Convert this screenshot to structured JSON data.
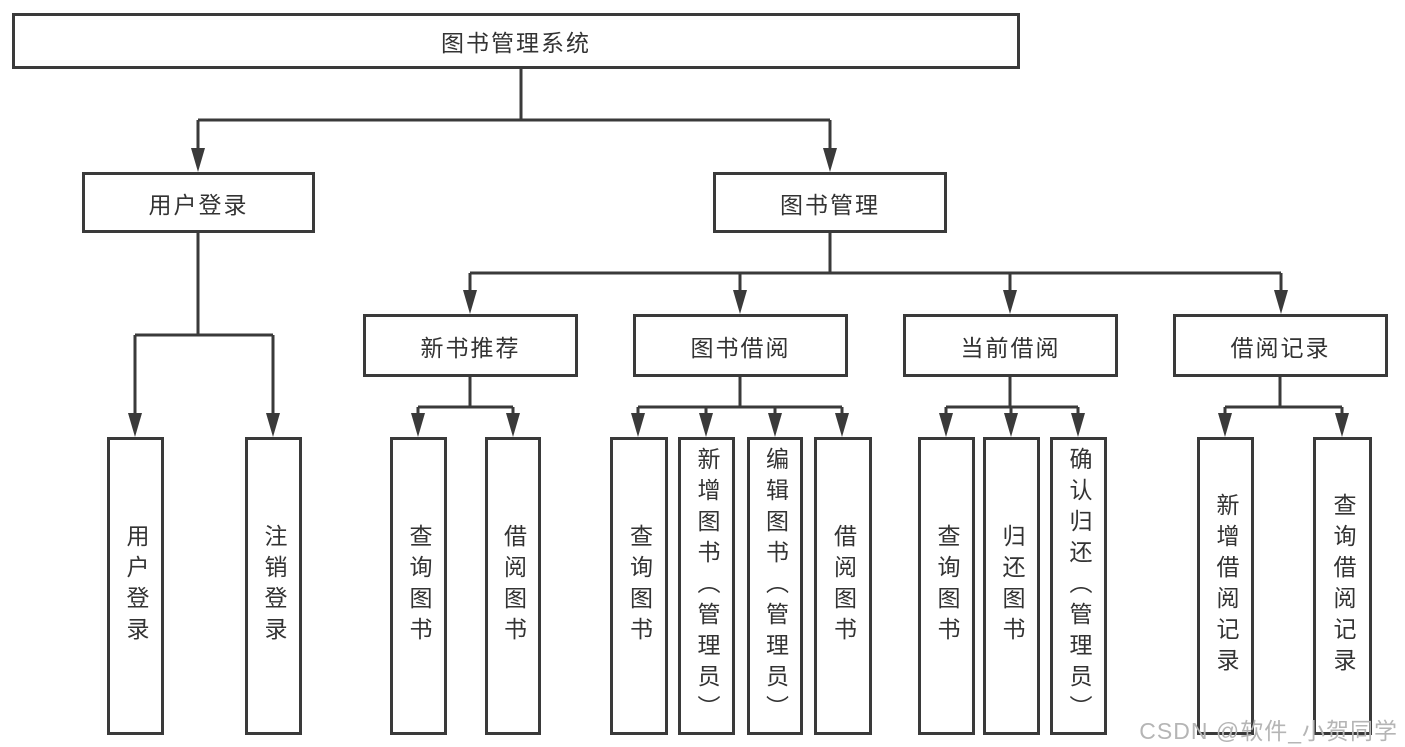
{
  "colors": {
    "line": "#3a3a3a",
    "text": "#333333",
    "box_fill": "#ffffff",
    "watermark": "#b5b5b5"
  },
  "watermark": {
    "text": "CSDN @软件_小贺同学"
  },
  "tree": {
    "label": "图书管理系统",
    "children": [
      {
        "label": "用户登录",
        "children": [
          {
            "label": "用户登录"
          },
          {
            "label": "注销登录"
          }
        ]
      },
      {
        "label": "图书管理",
        "children": [
          {
            "label": "新书推荐",
            "children": [
              {
                "label": "查询图书"
              },
              {
                "label": "借阅图书"
              }
            ]
          },
          {
            "label": "图书借阅",
            "children": [
              {
                "label": "查询图书"
              },
              {
                "label": "新增图书（管理员）"
              },
              {
                "label": "编辑图书（管理员）"
              },
              {
                "label": "借阅图书"
              }
            ]
          },
          {
            "label": "当前借阅",
            "children": [
              {
                "label": "查询图书"
              },
              {
                "label": "归还图书"
              },
              {
                "label": "确认归还（管理员）"
              }
            ]
          },
          {
            "label": "借阅记录",
            "children": [
              {
                "label": "新增借阅记录"
              },
              {
                "label": "查询借阅记录"
              }
            ]
          }
        ]
      }
    ]
  }
}
